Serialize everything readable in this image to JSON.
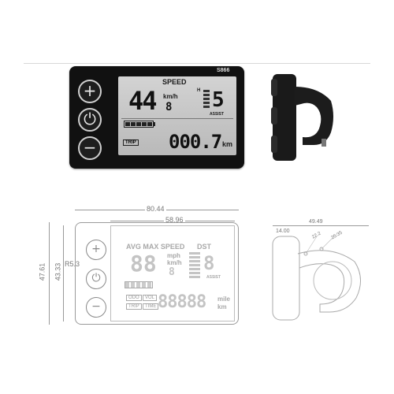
{
  "photo": {
    "lcd": {
      "model": "S866",
      "speed_title": "SPEED",
      "speed_value": "44",
      "speed_unit": "km/h",
      "small_digit": "8",
      "h_mark": "H",
      "assist_level": "5",
      "assist_label": "ASSIST",
      "trip_tag": "TRIP",
      "distance_value": "000.7",
      "distance_unit": "km",
      "battery_bars": 5
    },
    "buttons": [
      "+",
      "⏻",
      "−"
    ]
  },
  "drawing": {
    "dims": {
      "width_overall": "80.44",
      "width_screen": "58.96",
      "height_overall": "47.61",
      "height_screen": "43.33",
      "button_radius": "R5.3",
      "side_width": "49.49",
      "side_depth": "14.00",
      "side_d1": "22.2",
      "side_d2": "25.35"
    },
    "lcd": {
      "top_labels": "AVG MAX SPEED",
      "dst": "DST",
      "speed_digits": "88",
      "unit_mph": "mph",
      "unit_kmh": "km/h",
      "small_digit": "8",
      "assist_label": "ASSIST",
      "tags": [
        "ODO",
        "VOL",
        "TRIP",
        "TIME"
      ],
      "big_digits": "88888",
      "mile": "mile",
      "km": "km"
    }
  }
}
